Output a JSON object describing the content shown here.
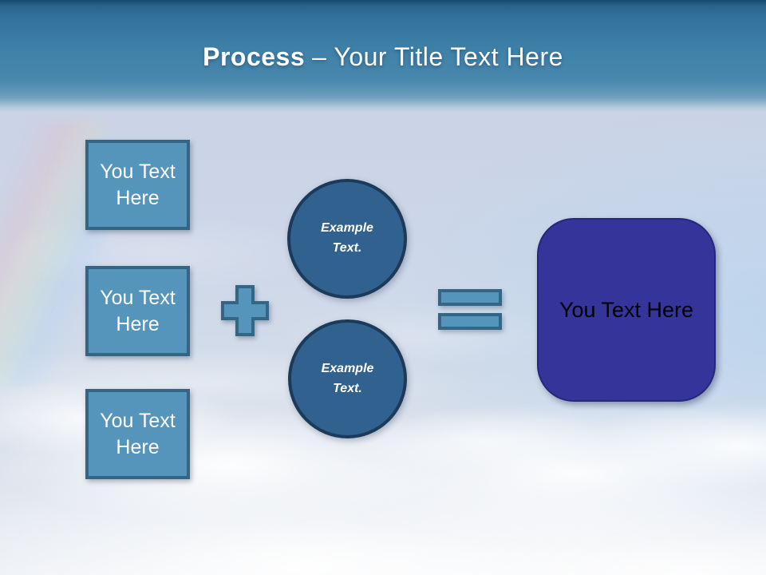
{
  "slide": {
    "title": {
      "keyword": "Process",
      "dash": "–",
      "subtitle": "Your Title Text Here"
    },
    "input_boxes": [
      {
        "label": "You Text Here"
      },
      {
        "label": "You Text Here"
      },
      {
        "label": "You Text Here"
      }
    ],
    "operators": [
      {
        "name": "plus-icon"
      },
      {
        "name": "equals-icon"
      }
    ],
    "circles": [
      {
        "label": "Example Text."
      },
      {
        "label": "Example Text."
      }
    ],
    "result_box": {
      "label": "You Text Here"
    },
    "colors": {
      "title_text": "#ffffff",
      "shape_fill": "#5594bb",
      "shape_border": "#336685",
      "shape_text": "#ffffff",
      "circle_fill": "#30618f",
      "circle_border": "#1c3a5a",
      "result_fill": "#34349b",
      "result_border": "#26267a",
      "result_text": "#000000"
    }
  }
}
